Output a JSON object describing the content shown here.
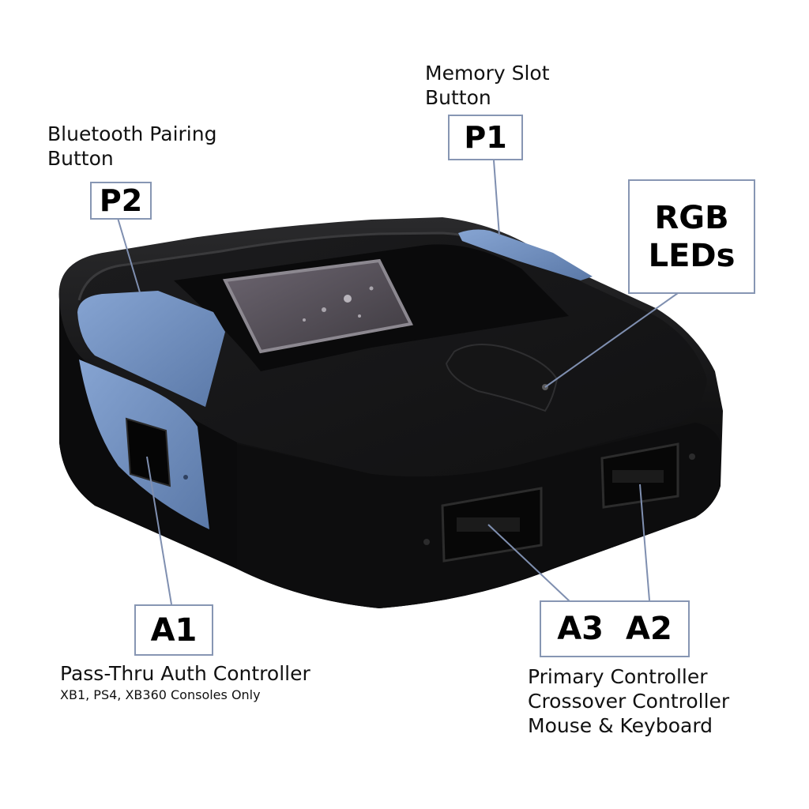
{
  "diagram": {
    "subject": "Gaming adapter device (top/front view)",
    "callouts": [
      {
        "id": "P2",
        "code": "P2",
        "label_lines": [
          "Bluetooth Pairing",
          "Button"
        ]
      },
      {
        "id": "P1",
        "code": "P1",
        "label_lines": [
          "Memory Slot",
          "Button"
        ]
      },
      {
        "id": "RGB",
        "code_lines": [
          "RGB",
          "LEDs"
        ]
      },
      {
        "id": "A1",
        "code": "A1",
        "label": "Pass-Thru Auth Controller",
        "sublabel": "XB1, PS4, XB360 Consoles Only"
      },
      {
        "id": "A3A2",
        "codes": [
          "A3",
          "A2"
        ],
        "label_lines": [
          "Primary Controller",
          "Crossover Controller",
          "Mouse & Keyboard"
        ]
      }
    ],
    "colors": {
      "device_body": "#0e0e0f",
      "device_accent_blue": "#6f8fc0",
      "callout_border": "#8796b3",
      "leader_line": "#7f8fb0"
    }
  }
}
